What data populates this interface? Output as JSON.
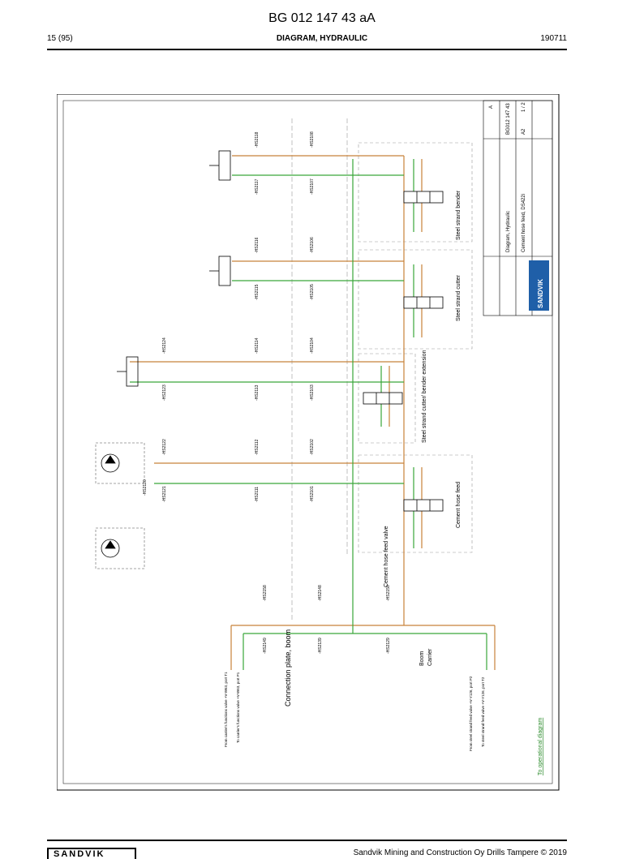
{
  "header": {
    "doc_id": "BG 012 147 43 aA",
    "page": "15 (95)",
    "title": "DIAGRAM, HYDRAULIC",
    "date": "190711"
  },
  "footer": {
    "brand": "SANDVIK",
    "copyright": "Sandvik Mining and Construction Oy Drills Tampere © 2019"
  },
  "diagram": {
    "section_labels": {
      "steel_bender": "Steel strand bender",
      "steel_cutter": "Steel strand cutter",
      "cutter_extension": "Steel strand cutter/ bender extension",
      "hose_feed": "Cement hose feed",
      "hose_valve": "Cement hose feed valve",
      "connection_plate": "Connection plate, boom",
      "boom": "Boom",
      "carrier": "Carrier"
    },
    "hoses": [
      "-HS2118",
      "-HS2117",
      "-HS2108",
      "-HS2107",
      "-HS2116",
      "-HS2115",
      "-HS2106",
      "-HS2105",
      "-HS2124",
      "-HS2123",
      "-HS2114",
      "-HS2113",
      "-HS2104",
      "-HS2103",
      "-HS2122",
      "-HS2121",
      "-HS2112",
      "-HS2111",
      "-HS2102",
      "-HS2101",
      "-HS2120",
      "-HS2158",
      "-HS2148",
      "-HS2150",
      "-HS2149",
      "-HS2139",
      "-HS2129"
    ],
    "notes": {
      "from_valve_1": "From carrier's functions valve +V-W63, port T1",
      "to_valve_1": "To carrier's functions valve +V-W63, port P1",
      "from_valve_2": "From steel strand feed valve +V-Y126, port P2",
      "to_valve_2": "To steel strand feed valve +V-Y126, port T2"
    },
    "link": "To operational diagram",
    "title_block": {
      "company": "SANDVIK",
      "title_line1": "Diagram, Hydraulic",
      "title_line2": "Cement hose feed, DS422i",
      "doc_no": "BG012 147 43",
      "rev": "A",
      "size": "A2",
      "sheet": "1 / 2"
    },
    "colors": {
      "pressure": "#c8823a",
      "return": "#3aa63a",
      "line": "#000000",
      "brand": "#1f5fa8",
      "link": "#2a8a2a"
    }
  }
}
